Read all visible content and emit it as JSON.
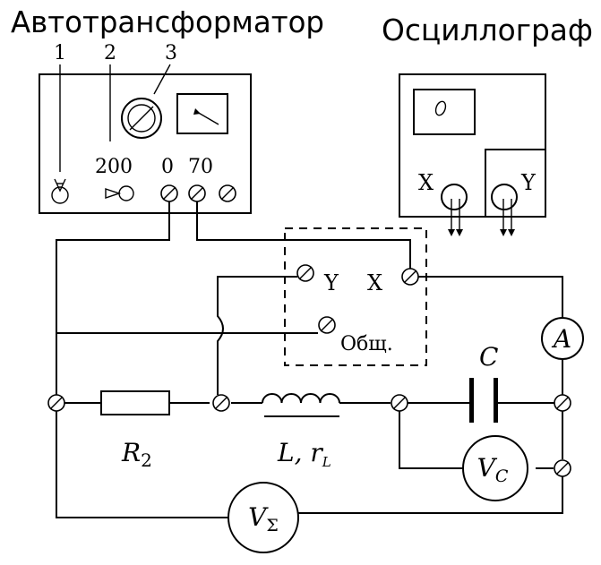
{
  "autotransformer": {
    "title": "Автотрансформатор",
    "callout_1": "1",
    "callout_2": "2",
    "callout_3": "3",
    "voltage_200": "200",
    "terminal_0": "0",
    "terminal_70": "70"
  },
  "oscilloscope": {
    "title": "Осциллограф",
    "input_x": "X",
    "input_y": "Y"
  },
  "junction_box": {
    "terminal_y": "Y",
    "terminal_x": "X",
    "common": "Общ."
  },
  "components": {
    "resistor": "R",
    "resistor_sub": "2",
    "inductor": "L, r",
    "inductor_sub": "L",
    "capacitor": "C",
    "ammeter": "A",
    "voltmeter_c": "V",
    "voltmeter_c_sub": "C",
    "voltmeter_total": "V",
    "voltmeter_total_sub": "Σ"
  }
}
